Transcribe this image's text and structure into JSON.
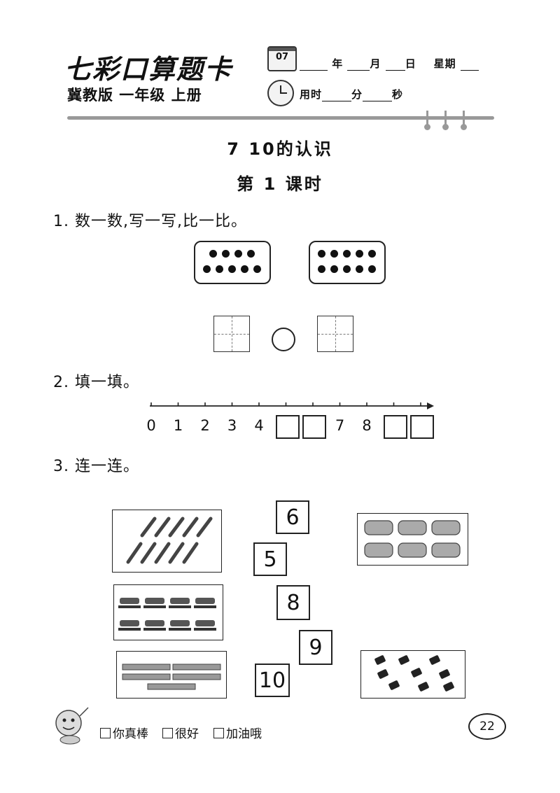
{
  "header": {
    "brand": "七彩口算题卡",
    "edition": "冀教版  一年级  上册",
    "calendar_number": "07",
    "date_year": "年",
    "date_month": "月",
    "date_day": "日",
    "date_weekday": "星期",
    "time_used": "用时",
    "time_minutes": "分",
    "time_seconds": "秒"
  },
  "lesson": {
    "title": "7   10的认识",
    "subtitle": "第 1 课时"
  },
  "q1": {
    "prompt": "1. 数一数,写一写,比一比。",
    "left_dots": 9,
    "right_dots": 10
  },
  "q2": {
    "prompt": "2. 填一填。",
    "labels": [
      "0",
      "1",
      "2",
      "3",
      "4",
      "",
      "",
      "7",
      "8",
      "",
      ""
    ]
  },
  "q3": {
    "prompt": "3. 连一连。",
    "numbers": [
      "6",
      "5",
      "8",
      "9",
      "10"
    ],
    "left_pictures": [
      "pencils",
      "staplers",
      "rulers"
    ],
    "right_pictures": [
      "pencil-cases",
      "erasers"
    ]
  },
  "footer": {
    "opt1": "你真棒",
    "opt2": "很好",
    "opt3": "加油哦",
    "page": "22"
  }
}
